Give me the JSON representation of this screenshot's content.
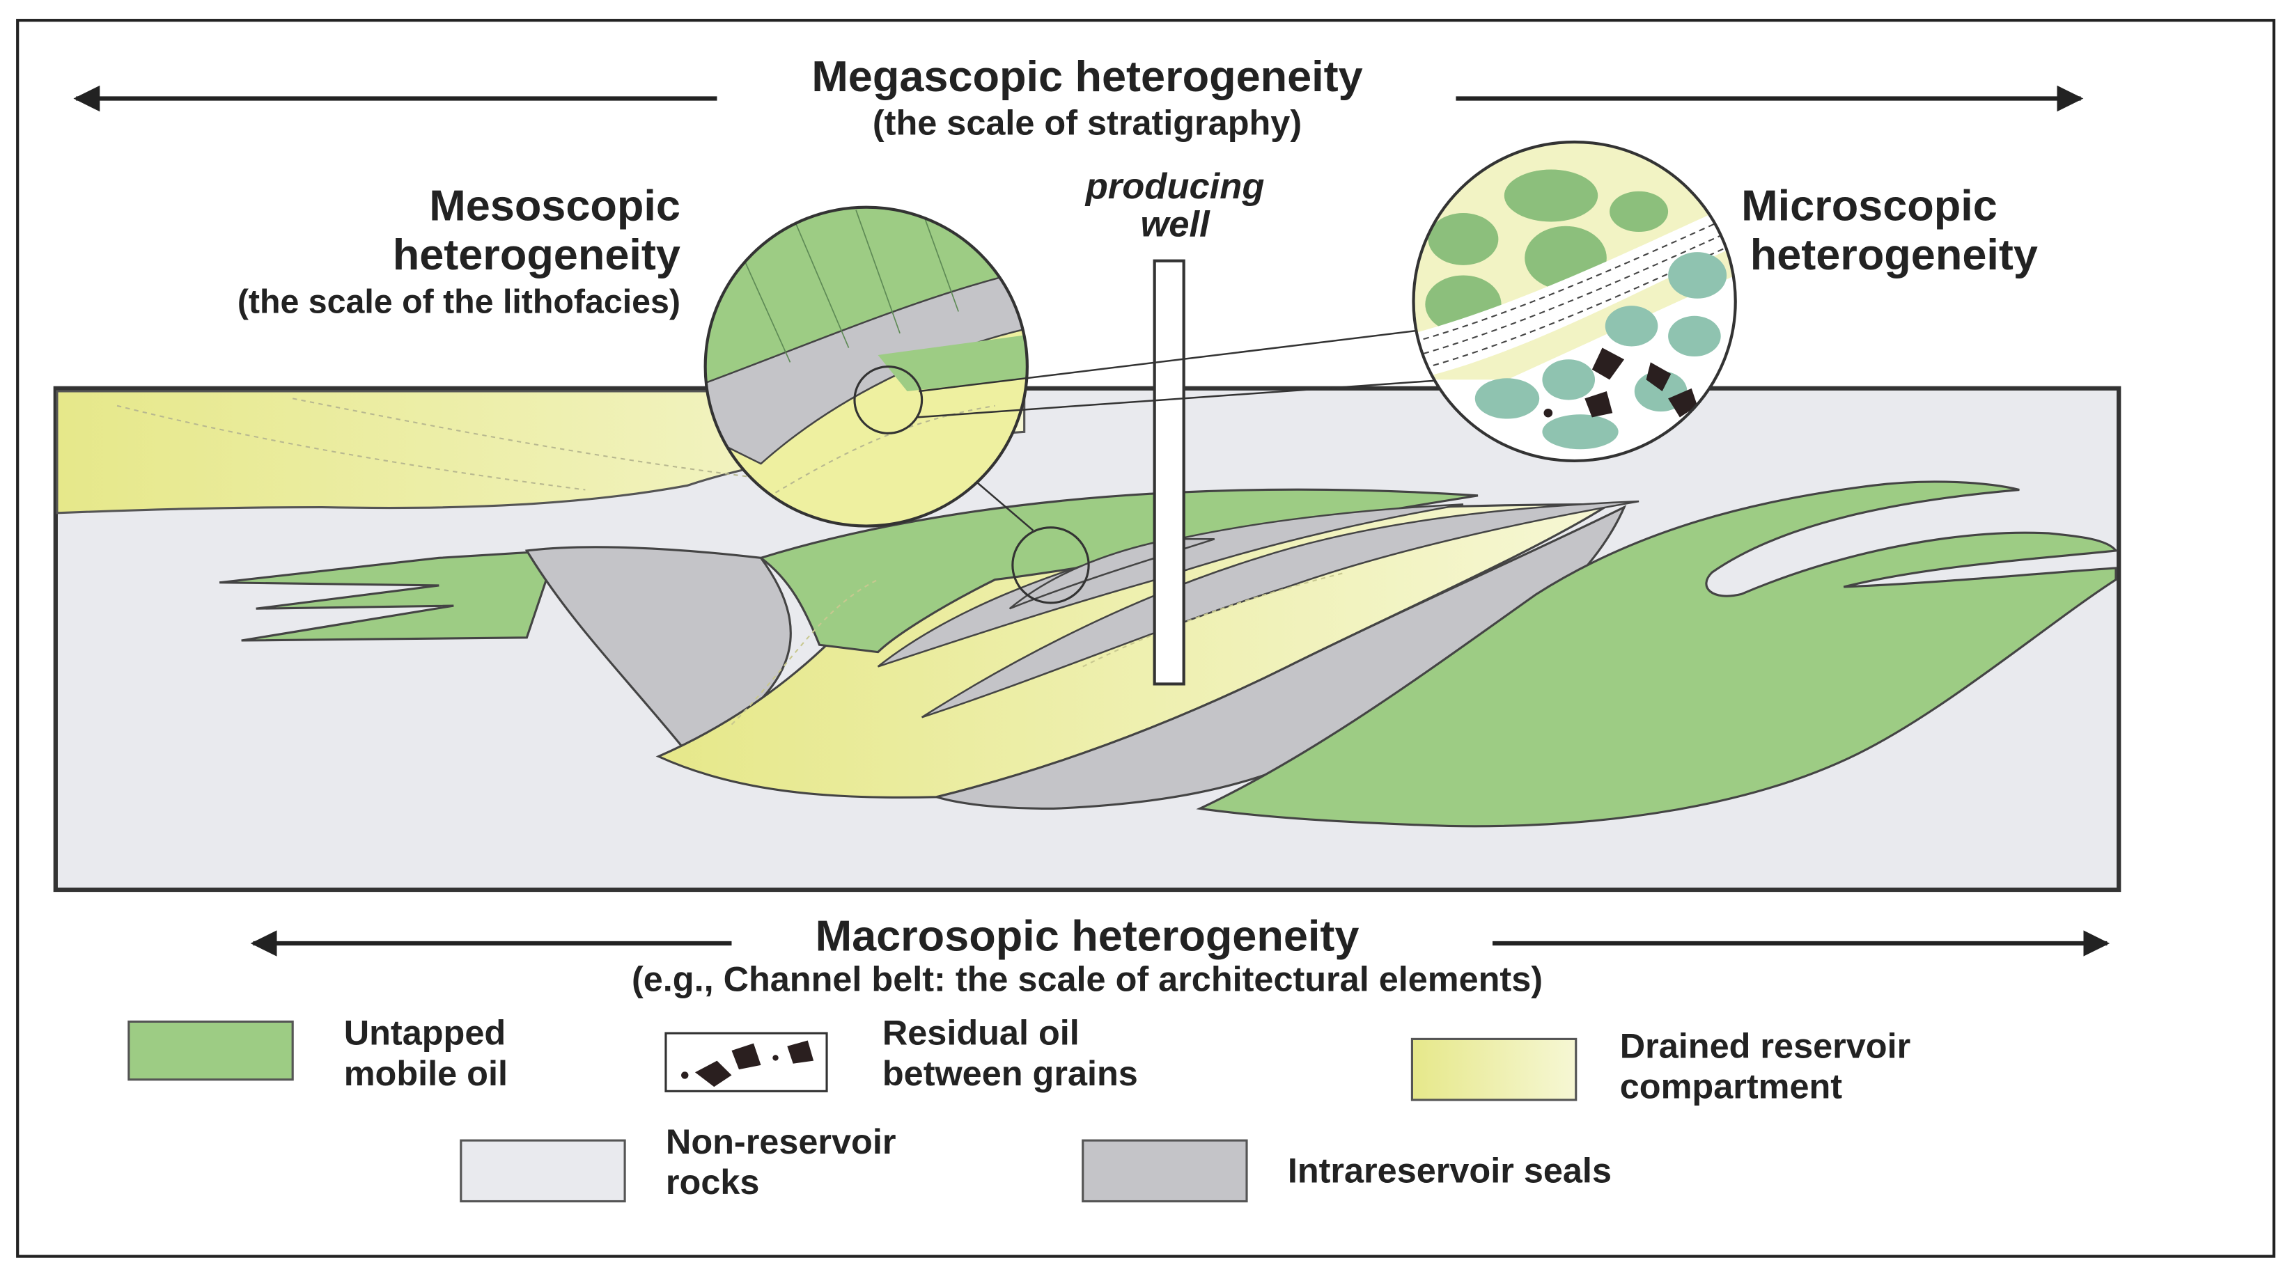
{
  "scales": {
    "megascopic": {
      "title": "Megascopic heterogeneity",
      "subtitle": "(the scale of stratigraphy)"
    },
    "mesoscopic": {
      "line1": "Mesoscopic",
      "line2": "heterogeneity",
      "line3": "(the scale of the lithofacies)"
    },
    "microscopic": {
      "line1": "Microscopic",
      "line2": "heterogeneity"
    },
    "macroscopic": {
      "title": "Macrosopic heterogeneity",
      "subtitle": "(e.g., Channel belt: the scale of architectural elements)"
    }
  },
  "well": {
    "line1": "producing",
    "line2": "well"
  },
  "legend": [
    {
      "key": "untapped",
      "line1": "Untapped",
      "line2": "mobile oil",
      "color": "#9dcc84"
    },
    {
      "key": "residual",
      "line1": "Residual oil",
      "line2": "between grains",
      "color": "#2a1f1f"
    },
    {
      "key": "drained",
      "line1": "Drained reservoir",
      "line2": "compartment",
      "color": "#eef0a0"
    },
    {
      "key": "nonreservoir",
      "line1": "Non-reservoir",
      "line2": "rocks",
      "color": "#e9eaee"
    },
    {
      "key": "seals",
      "line1": "Intrareservoir seals",
      "line2": "",
      "color": "#c4c4c8"
    }
  ],
  "colors": {
    "green": "#9dcc84",
    "green_dark": "#7fb17a",
    "yellow": "#eef0a0",
    "gray": "#c4c4c8",
    "background_rock": "#e9eaee",
    "outline": "#3a3a3a"
  }
}
